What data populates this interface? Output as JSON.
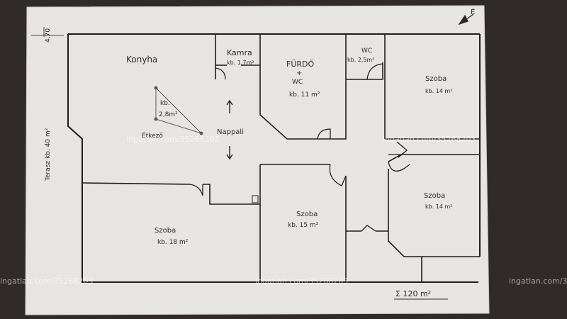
{
  "plan": {
    "rooms": {
      "kitchen": "Konyha",
      "pantry": "Kamra",
      "pantry_area": "kb. 1,7m²",
      "bathroom": "FÜRDŐ",
      "bathroom_plus": "+",
      "bathroom_wc": "WC",
      "bathroom_area": "kb. 11 m²",
      "wc": "WC",
      "wc_area": "kb. 2,5m²",
      "room_ne": "Szoba",
      "room_ne_area": "kb. 14 m²",
      "living": "Nappali",
      "dining": "Étkező",
      "dining_small": "kb.",
      "dining_area": "2,8m²",
      "room_e": "Szoba",
      "room_e_area": "kb. 14 m²",
      "room_center": "Szoba",
      "room_center_area": "kb. 15 m²",
      "room_sw": "Szoba",
      "room_sw_area": "kb. 18 m²"
    },
    "terrace": "Terasz kb. 40 m²",
    "dimension_left": "4,70",
    "total_area": "Σ 120 m²",
    "compass": "É"
  },
  "watermark": {
    "text": "ingatlan.com/35268203",
    "edge_text": "ingatlan.com/3"
  }
}
